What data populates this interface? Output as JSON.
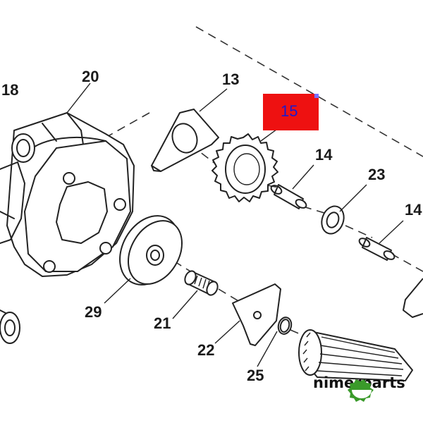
{
  "diagram": {
    "callouts": {
      "c18": "18",
      "c20": "20",
      "c13": "13",
      "c15": "15",
      "c14a": "14",
      "c23": "23",
      "c14b": "14",
      "c29": "29",
      "c21": "21",
      "c22": "22",
      "c25": "25"
    },
    "highlight": {
      "part_number": "15",
      "box_color": "#ee1111",
      "text_color": "#1a1ad0"
    },
    "watermark": {
      "brand": "nimerparts",
      "accent_color": "#3a9a2a"
    }
  }
}
